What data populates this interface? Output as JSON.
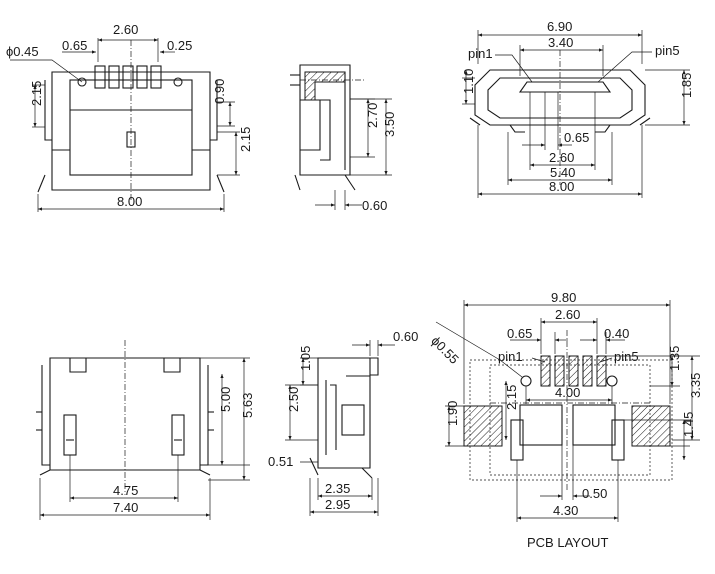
{
  "labels": {
    "pin1_top": "pin1",
    "pin5_top": "pin5",
    "pin1_pcb": "pin1",
    "pin5_pcb": "pin5",
    "pcb_layout": "PCB LAYOUT"
  },
  "front_view": {
    "phi": "ϕ0.45",
    "d_065": "0.65",
    "d_260": "2.60",
    "d_025": "0.25",
    "d_215_left": "2.15",
    "d_090": "0.90",
    "d_215_right": "2.15",
    "d_800": "8.00"
  },
  "side_view": {
    "d_270": "2.70",
    "d_350": "3.50",
    "d_060": "0.60"
  },
  "end_view": {
    "d_690": "6.90",
    "d_340": "3.40",
    "d_110": "1.10",
    "d_185": "1.85",
    "d_065": "0.65",
    "d_260": "2.60",
    "d_540": "5.40",
    "d_800": "8.00"
  },
  "bottom_view": {
    "d_500": "5.00",
    "d_563": "5.63",
    "d_475": "4.75",
    "d_740": "7.40"
  },
  "side_view2": {
    "d_060": "0.60",
    "d_105": "1.05",
    "d_250": "2.50",
    "d_051": "0.51",
    "d_235": "2.35",
    "d_295": "2.95"
  },
  "pcb": {
    "d_980": "9.80",
    "phi": "ϕ0.55",
    "d_260": "2.60",
    "d_065": "0.65",
    "d_040": "0.40",
    "d_135": "1.35",
    "d_335": "3.35",
    "d_400": "4.00",
    "d_215": "2.15",
    "d_190": "1.90",
    "d_145": "1.45",
    "d_050": "0.50",
    "d_430": "4.30"
  }
}
